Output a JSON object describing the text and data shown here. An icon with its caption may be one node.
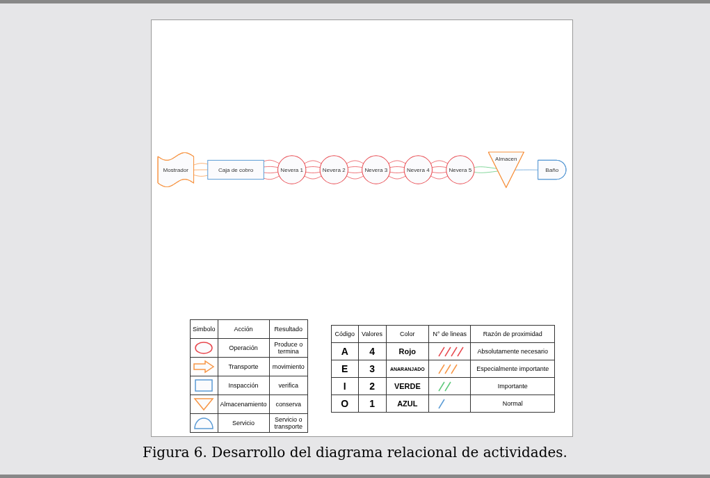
{
  "diagram": {
    "caption": "Figura 6. Desarrollo del diagrama relacional de actividades.",
    "nodes": [
      {
        "text": [
          "Baño"
        ]
      },
      {
        "text": [
          "Almacen"
        ]
      },
      {
        "text": [
          "Nevera 5"
        ]
      },
      {
        "text": [
          "Nevera 4"
        ]
      },
      {
        "text": [
          "Nevera 3"
        ]
      },
      {
        "text": [
          "Mostrador"
        ]
      },
      {
        "text": [
          "Caja de cobro"
        ]
      },
      {
        "text": [
          "Nevera 1"
        ]
      },
      {
        "text": [
          "Nevera 2"
        ]
      }
    ],
    "edges": [
      {
        "from": 5,
        "to": 6,
        "arrow": "none",
        "color": "#f79646"
      },
      {
        "from": 5,
        "to": 6,
        "arrow": "none",
        "color": "#f79646"
      },
      {
        "from": 5,
        "to": 6,
        "arrow": "none",
        "color": "#f79646"
      },
      {
        "from": 6,
        "to": 7,
        "arrow": "none"
      },
      {
        "from": 6,
        "to": 7,
        "arrow": "none"
      },
      {
        "from": 6,
        "to": 7,
        "arrow": "none"
      },
      {
        "from": 6,
        "to": 7,
        "arrow": "none"
      },
      {
        "from": 7,
        "to": 8,
        "arrow": "none"
      },
      {
        "from": 7,
        "to": 8,
        "arrow": "none"
      },
      {
        "from": 7,
        "to": 8,
        "arrow": "none"
      },
      {
        "from": 7,
        "to": 8,
        "arrow": "none"
      },
      {
        "from": 8,
        "to": 4,
        "arrow": "none"
      },
      {
        "from": 8,
        "to": 4,
        "arrow": "none"
      },
      {
        "from": 8,
        "to": 4,
        "arrow": "none"
      },
      {
        "from": 8,
        "to": 4,
        "arrow": "none"
      },
      {
        "from": 4,
        "to": 3,
        "arrow": "none"
      },
      {
        "from": 4,
        "to": 3,
        "arrow": "none"
      },
      {
        "from": 4,
        "to": 3,
        "arrow": "none"
      },
      {
        "from": 4,
        "to": 3,
        "arrow": "none"
      },
      {
        "from": 3,
        "to": 2,
        "arrow": "none"
      },
      {
        "from": 3,
        "to": 2,
        "arrow": "none"
      },
      {
        "from": 3,
        "to": 2,
        "arrow": "none"
      },
      {
        "from": 3,
        "to": 2,
        "arrow": "none"
      },
      {
        "from": 2,
        "to": 1,
        "arrow": "none",
        "color": "#5cc87a"
      },
      {
        "from": 2,
        "to": 1,
        "arrow": "none",
        "color": "#5cc87a"
      },
      {
        "from": 1,
        "to": 0,
        "arrow": "none",
        "color": "#5b9bd5"
      }
    ],
    "labels": [
      "Simbolo",
      "Acción",
      "Resultado",
      "Operación",
      "Produce o termina",
      "Transporte",
      "movimiento",
      "Inspacción",
      "verifica",
      "Almacenamiento",
      "conserva",
      "Servicio",
      "Servicio o transporte",
      "Código",
      "Valores",
      "Color",
      "N° de lineas",
      "Razón de proximidad",
      "A",
      "4",
      "Rojo",
      "Absolutamente necesario",
      "E",
      "3",
      "ANARANJADO",
      "Especialmente importante",
      "I",
      "2",
      "VERDE",
      "Importante",
      "O",
      "1",
      "AZUL",
      "Normal"
    ]
  }
}
